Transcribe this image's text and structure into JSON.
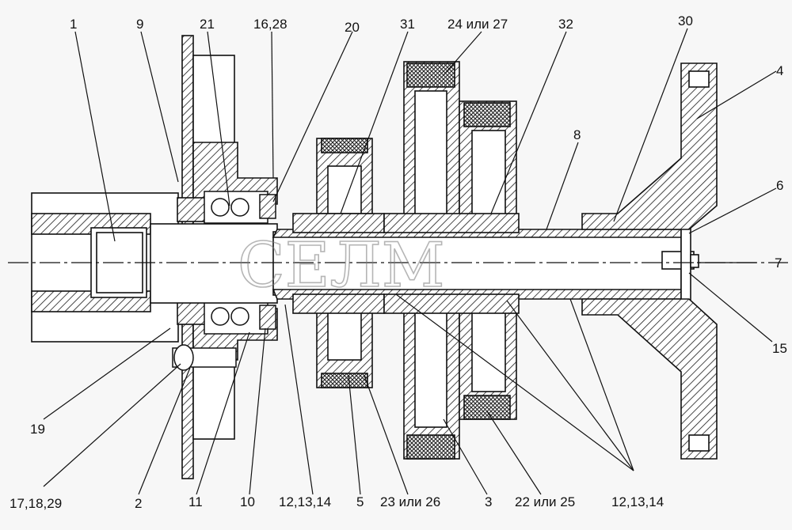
{
  "diagram": {
    "callouts_top": [
      "1",
      "9",
      "21",
      "16,28",
      "20",
      "31",
      "24 или 27",
      "32",
      "30"
    ],
    "callouts_right": [
      "4",
      "8",
      "6",
      "7",
      "15"
    ],
    "callouts_bottom": [
      "19",
      "17,18,29",
      "2",
      "11",
      "10",
      "12,13,14",
      "5",
      "23 или 26",
      "3",
      "22 или 25",
      "12,13,14"
    ],
    "watermark": "СЕЛМ"
  }
}
